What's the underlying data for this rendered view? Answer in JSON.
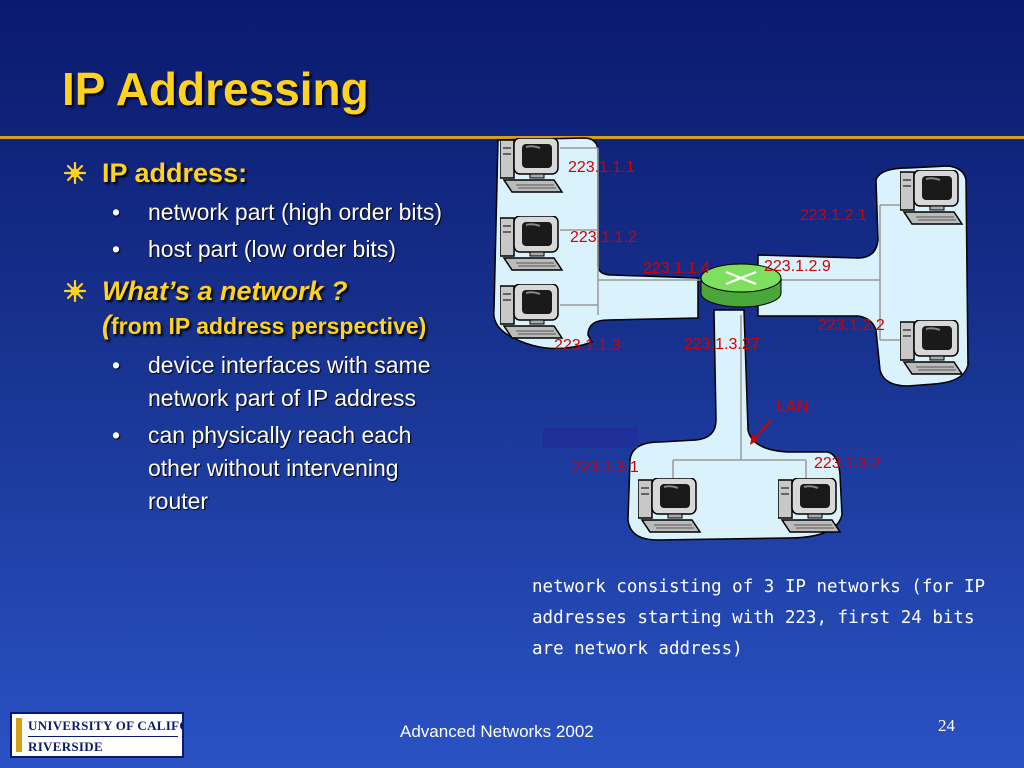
{
  "title": "IP Addressing",
  "bullets": [
    {
      "text": "IP address:",
      "sub": [
        "network part (high order bits)",
        "host part (low order bits)"
      ]
    },
    {
      "text": "What’s a network ?",
      "paren_open": "(",
      "paren_text": "from IP address perspective)",
      "sub": [
        "device interfaces with same network part of IP address",
        "can physically reach each other without intervening router"
      ]
    }
  ],
  "diagram": {
    "addresses": {
      "h111": "223.1.1.1",
      "h112": "223.1.1.2",
      "h113": "223.1.1.3",
      "r114": "223.1.1.4",
      "r129": "223.1.2.9",
      "r1327": "223.1.3.27",
      "h121": "223.1.2.1",
      "h122": "223.1.2.2",
      "h131": "223.1.3.1",
      "h132": "223.1.3.2"
    },
    "lan_label": "LAN"
  },
  "caption": "network consisting of 3 IP networks (for IP addresses starting with 223, first 24 bits are network address)",
  "footer": "Advanced Networks 2002",
  "page_number": "24",
  "logo": {
    "line1": "UNIVERSITY OF CALIFORNIA",
    "line2": "RIVERSIDE"
  },
  "colors": {
    "title": "#ffd21f",
    "address_text": "#d40000",
    "network_fill": "#d9f2fb",
    "router": "#7fe05f"
  }
}
